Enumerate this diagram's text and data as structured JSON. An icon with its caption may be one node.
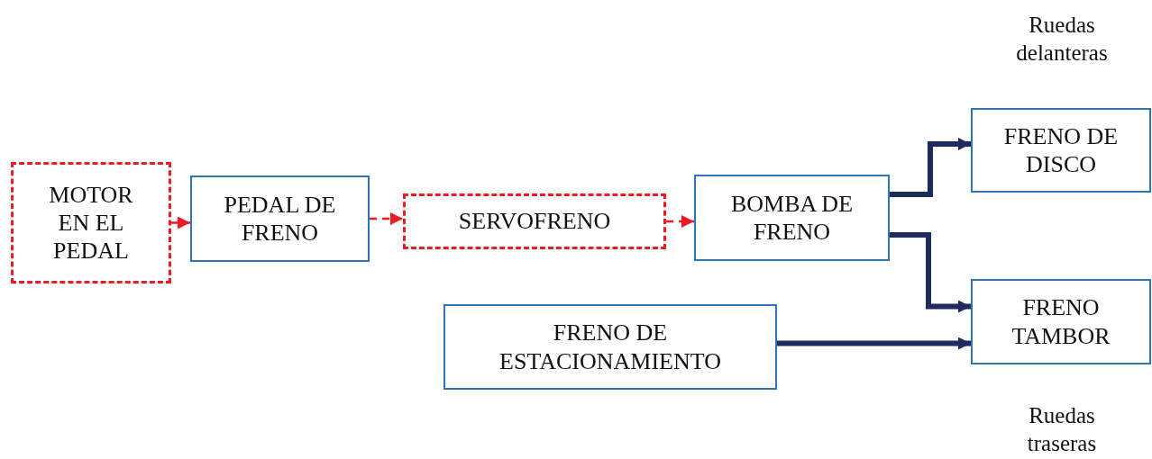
{
  "diagram": {
    "nodes": [
      {
        "text": [
          "MOTOR EN EL PEDAL"
        ]
      },
      {
        "text": [
          "PEDAL DE FRENO"
        ]
      },
      {
        "text": [
          "SERVOFRENO"
        ]
      },
      {
        "text": [
          "BOMBA DE FRENO"
        ]
      },
      {
        "text": [
          "FRENO DE DISCO"
        ],
        "beside": [
          "Ruedas delanteras"
        ]
      },
      {
        "text": [
          "FRENO TAMBOR"
        ],
        "beside": [
          "Ruedas traseras"
        ]
      },
      {
        "text": [
          "FRENO DE ESTACIONAMIENTO"
        ]
      }
    ],
    "edges": [
      {
        "from": 0,
        "to": 1,
        "arrow": "to",
        "style": "dashed",
        "color": "#ed1c24"
      },
      {
        "from": 1,
        "to": 2,
        "arrow": "to",
        "style": "dashed",
        "color": "#ed1c24"
      },
      {
        "from": 2,
        "to": 3,
        "arrow": "to",
        "style": "dashed",
        "color": "#ed1c24"
      },
      {
        "from": 3,
        "to": 4,
        "arrow": "to",
        "style": "thick",
        "color": "#1f2a5e"
      },
      {
        "from": 3,
        "to": 5,
        "arrow": "to",
        "style": "thick",
        "color": "#1f2a5e"
      },
      {
        "from": 6,
        "to": 5,
        "arrow": "to",
        "style": "thick",
        "color": "#1f2a5e"
      }
    ]
  }
}
